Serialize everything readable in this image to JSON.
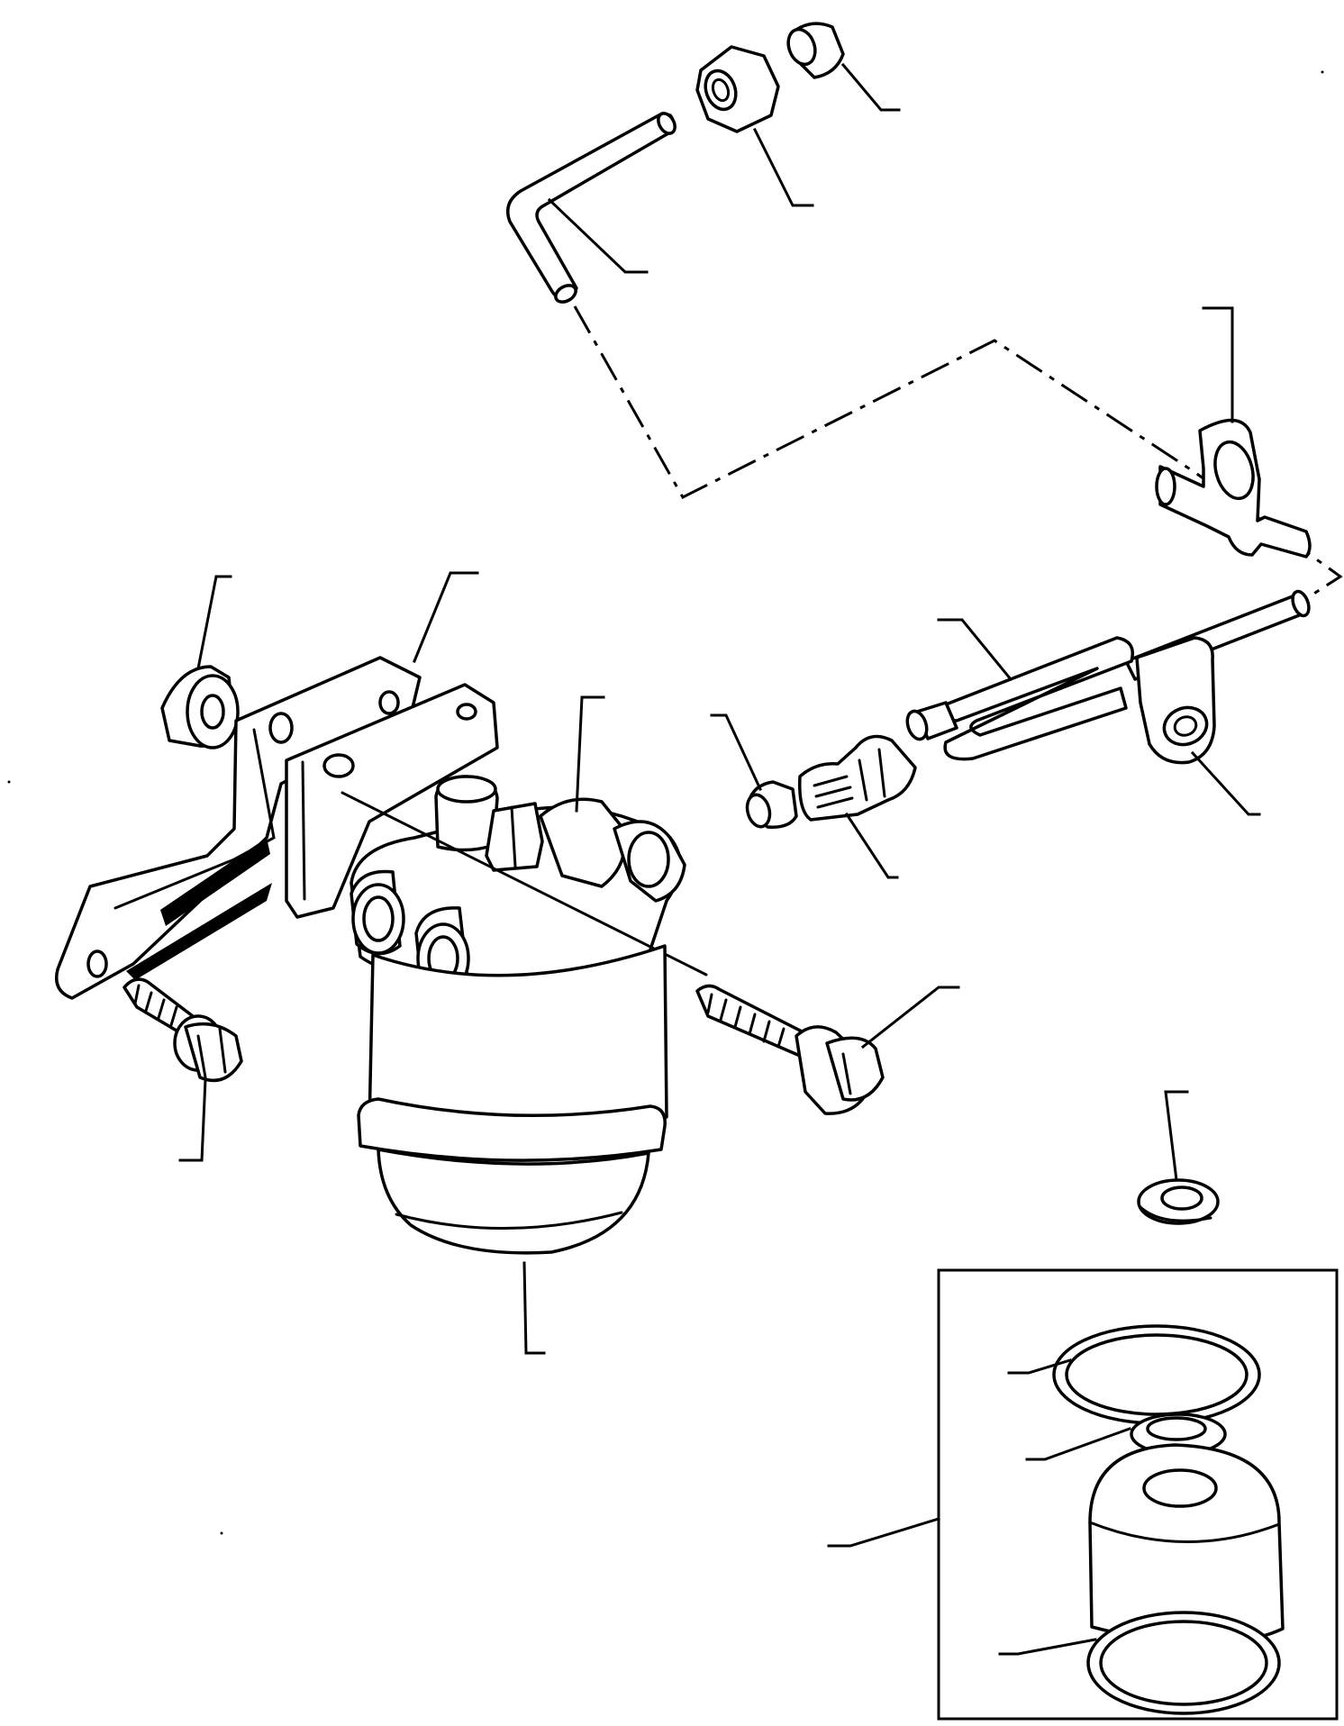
{
  "diagram": {
    "colors": {
      "line": "#000000",
      "background": "#ffffff"
    },
    "parts": [
      "mounting-nut",
      "mounting-bracket",
      "mounting-bolt",
      "filter-head",
      "inlet-banjo-bolt",
      "filter-bowl",
      "fuel-pipe-bent",
      "pipe-nut",
      "pipe-sleeve",
      "banjo-fitting-upper",
      "banjo-fitting-lower",
      "fuel-pipe-long",
      "bleed-screw",
      "bleed-screw-seat",
      "sealing-washer",
      "element-kit-frame",
      "element-o-ring-top",
      "element-seal-small",
      "filter-element",
      "element-o-ring-bottom"
    ]
  }
}
